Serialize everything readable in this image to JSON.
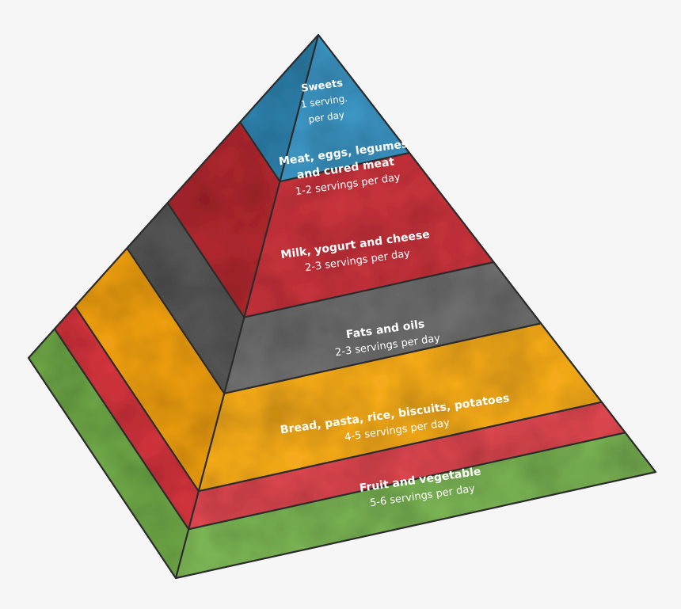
{
  "pyramid": {
    "levels": [
      {
        "id": "sweets",
        "color": "#3c96c4",
        "dark": "#2f7fa9",
        "lines": [
          "Sweets",
          "1 serving.",
          "per day"
        ]
      },
      {
        "id": "meat",
        "color": "#c9343c",
        "dark": "#b22a31",
        "lines": [
          "Meat, eggs, legumes",
          "and cured meat",
          "1-2 servings per day"
        ]
      },
      {
        "id": "dairy",
        "color": "#6e6e6e",
        "dark": "#575757",
        "lines": [
          "Milk, yogurt and cheese",
          "2-3 servings per day"
        ]
      },
      {
        "id": "fats",
        "color": "#f4aa1e",
        "dark": "#ee9f12",
        "lines": [
          "Fats and oils",
          "2-3 servings per day"
        ]
      },
      {
        "id": "bread",
        "color": "#dc4650",
        "dark": "#d2343c",
        "lines": [
          "Bread, pasta, rice, biscuits, potatoes",
          "4-5 servings per day"
        ]
      },
      {
        "id": "fruit",
        "color": "#7ab454",
        "dark": "#6fa949",
        "lines": [
          "Fruit and vegetable",
          "5-6 servings per day"
        ]
      }
    ]
  }
}
